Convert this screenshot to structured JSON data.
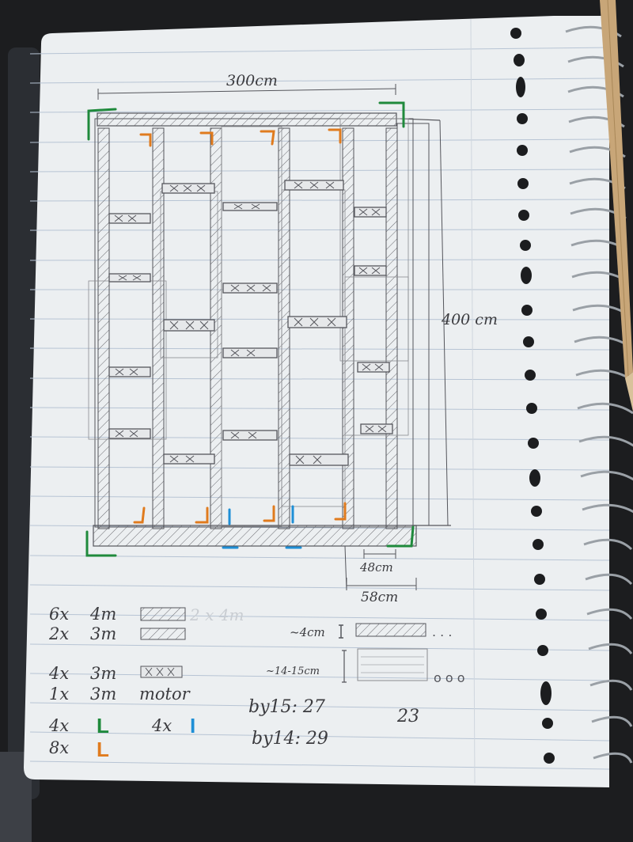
{
  "dimensions": {
    "width_label": "300cm",
    "height_label": "400 cm",
    "inner_depth_label": "48cm",
    "outer_depth_label": "58cm"
  },
  "materials": [
    {
      "qty": "6x",
      "length": "4m",
      "note": "2 x 4m"
    },
    {
      "qty": "2x",
      "length": "3m"
    },
    {
      "qty": "4x",
      "length": "3m"
    },
    {
      "qty": "1x",
      "length": "3m",
      "note": "motor"
    }
  ],
  "brackets": [
    {
      "qty": "4x",
      "symbol": "L",
      "color": "#1f8a3c"
    },
    {
      "qty": "8x",
      "symbol": "L",
      "color": "#e07b1e"
    },
    {
      "qty": "4x",
      "symbol": "I",
      "color": "#1e8fd6"
    }
  ],
  "plank_notes": {
    "thick_label": "~4cm",
    "wide_label": "~14-15cm",
    "by15": "by15: 27",
    "by14": "by14: 29",
    "extra": "23"
  },
  "colors": {
    "paper": "#eceff1",
    "rule_line": "#b7c4d4",
    "pencil": "#55565c",
    "green": "#1f8a3c",
    "orange": "#e07b1e",
    "blue": "#1e8fd6",
    "desk": "#1c1d1f",
    "pencil_wood": "#c8a678"
  }
}
